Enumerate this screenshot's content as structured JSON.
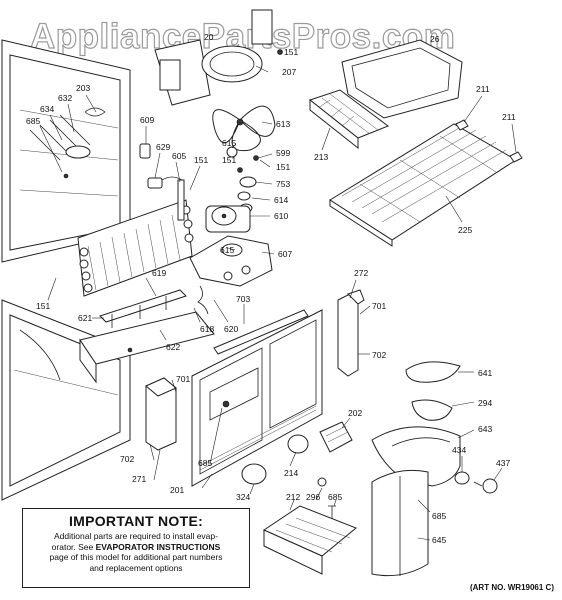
{
  "watermark": "AppliancePartsPros.com",
  "note": {
    "title": "IMPORTANT NOTE:",
    "line1": "Additional parts are required to install evap-",
    "line2_pre": "orator.  See ",
    "line2_bold": "EVAPORATOR INSTRUCTIONS",
    "line3": "page of this model for additional part numbers",
    "line4": "and replacement options"
  },
  "art_number": "(ART NO. WR19061 C)",
  "callouts": {
    "c203": "203",
    "c632": "632",
    "c634": "634",
    "c685a": "685",
    "c609": "609",
    "c629": "629",
    "c605": "605",
    "c151a": "151",
    "c207": "207",
    "c151b": "151",
    "c20x": "20",
    "c26x": "26",
    "c613": "613",
    "c615a": "615",
    "c599": "599",
    "c151c": "151",
    "c151d": "151",
    "c753": "753",
    "c614": "614",
    "c610": "610",
    "c615b": "615",
    "c607": "607",
    "c213": "213",
    "c211a": "211",
    "c211b": "211",
    "c225": "225",
    "c151e": "151",
    "c619": "619",
    "c621": "621",
    "c618": "618",
    "c620": "620",
    "c622": "622",
    "c703": "703",
    "c272": "272",
    "c701a": "701",
    "c702a": "702",
    "c701b": "701",
    "c702b": "702",
    "c271": "271",
    "c685b": "685",
    "c201": "201",
    "c214": "214",
    "c202": "202",
    "c641": "641",
    "c294": "294",
    "c643": "643",
    "c434": "434",
    "c437": "437",
    "c324": "324",
    "c212": "212",
    "c296": "296",
    "c685c": "685",
    "c685d": "685",
    "c645": "645"
  }
}
